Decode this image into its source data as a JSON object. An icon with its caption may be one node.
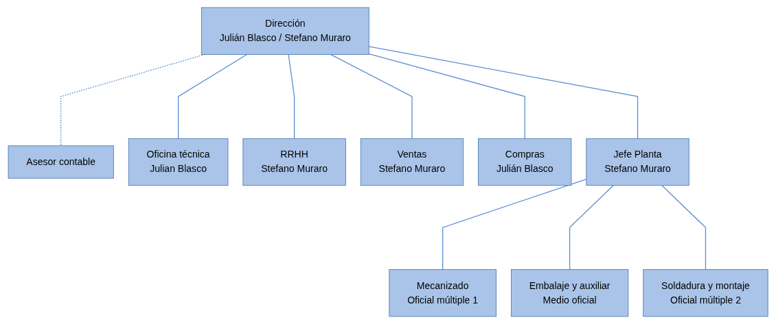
{
  "diagram": {
    "nodes": [
      {
        "text": [
          "Dirección",
          "Julián Blasco / Stefano Muraro"
        ]
      },
      {
        "text": [
          "Asesor contable"
        ]
      },
      {
        "text": [
          "Oficina técnica",
          "Julian Blasco"
        ]
      },
      {
        "text": [
          "RRHH",
          "Stefano Muraro"
        ]
      },
      {
        "text": [
          "Ventas",
          "Stefano Muraro"
        ]
      },
      {
        "text": [
          "Compras",
          "Julián Blasco"
        ]
      },
      {
        "text": [
          "Jefe Planta",
          "Stefano Muraro"
        ]
      },
      {
        "text": [
          "Mecanizado",
          "Oficial múltiple 1"
        ]
      },
      {
        "text": [
          "Embalaje y auxiliar",
          "Medio oficial"
        ]
      },
      {
        "text": [
          "Soldadura y montaje",
          "Oficial múltiple 2"
        ]
      }
    ],
    "edges": [
      {
        "from": 0,
        "to": 1,
        "arrow": "none",
        "style": "dashed"
      },
      {
        "from": 0,
        "to": 2,
        "arrow": "none"
      },
      {
        "from": 0,
        "to": 3,
        "arrow": "none"
      },
      {
        "from": 0,
        "to": 4,
        "arrow": "none"
      },
      {
        "from": 0,
        "to": 5,
        "arrow": "none"
      },
      {
        "from": 0,
        "to": 6,
        "arrow": "none"
      },
      {
        "from": 6,
        "to": 7,
        "arrow": "none"
      },
      {
        "from": 6,
        "to": 8,
        "arrow": "none"
      },
      {
        "from": 6,
        "to": 9,
        "arrow": "none"
      }
    ]
  }
}
